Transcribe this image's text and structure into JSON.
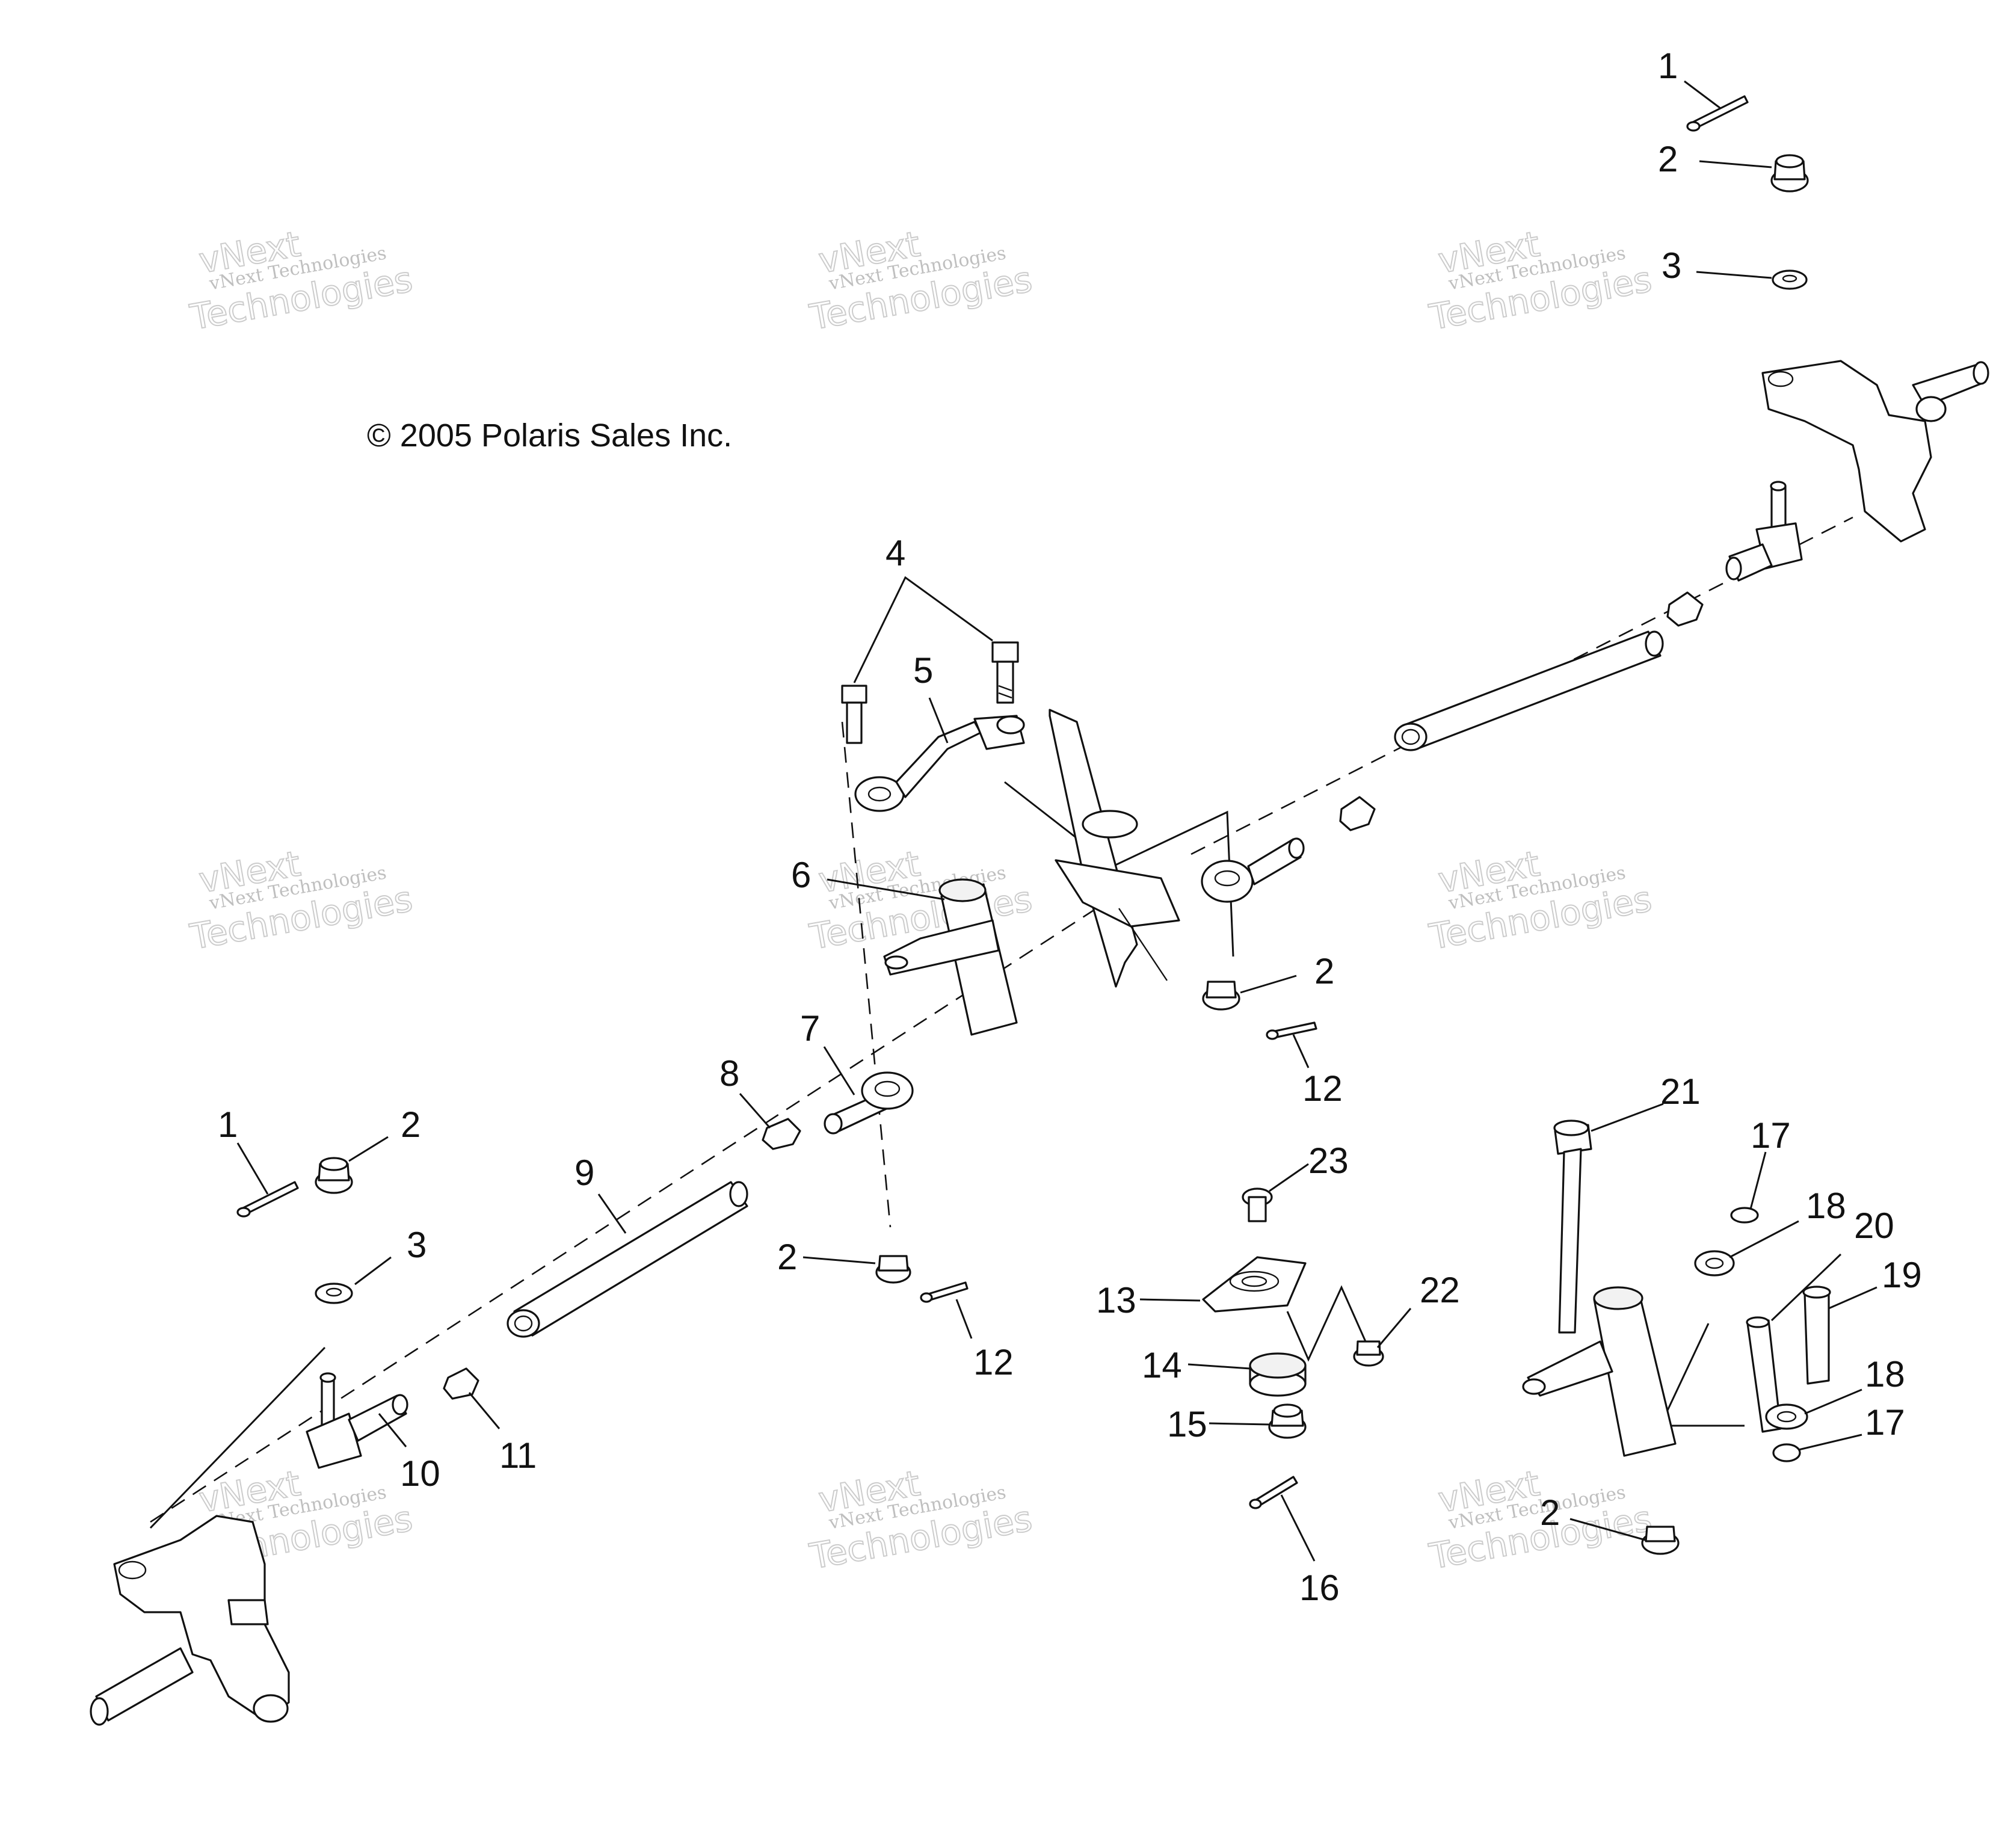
{
  "copyright": "© 2005 Polaris Sales Inc.",
  "watermark": {
    "brand": "vNext",
    "line1": "vNext Technologies",
    "line2": "Technologies"
  },
  "callouts": {
    "c1a": "1",
    "c2a": "2",
    "c3a": "3",
    "c4": "4",
    "c5": "5",
    "c6": "6",
    "c7": "7",
    "c8": "8",
    "c9": "9",
    "c10": "10",
    "c11": "11",
    "c1b": "1",
    "c2b": "2",
    "c3b": "3",
    "c2c": "2",
    "c12a": "12",
    "c2d": "2",
    "c12b": "12",
    "c13": "13",
    "c14": "14",
    "c15": "15",
    "c16": "16",
    "c17a": "17",
    "c17b": "17",
    "c18a": "18",
    "c18b": "18",
    "c19": "19",
    "c20": "20",
    "c21": "21",
    "c22": "22",
    "c23": "23",
    "c2e": "2"
  }
}
